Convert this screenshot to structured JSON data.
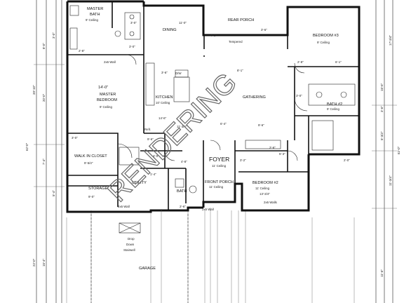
{
  "watermark": "RENDERING",
  "rooms": {
    "master_bath": {
      "name": "MASTER",
      "name2": "BATH",
      "ceiling": "9' Ceiling"
    },
    "dining": {
      "name": "DINING"
    },
    "rear_porch": {
      "name": "REAR PORCH",
      "note": "Tempered"
    },
    "bedroom3": {
      "name": "BEDROOM #3",
      "ceiling": "9' Ceiling"
    },
    "master_bedroom": {
      "size": "14'-0\"",
      "name": "MASTER",
      "name2": "BEDROOM",
      "ceiling": "9' Ceiling"
    },
    "kitchen": {
      "name": "KITCHEN",
      "ceiling": "10' Ceiling",
      "island": "D/W"
    },
    "gathering": {
      "name": "GATHERING"
    },
    "bath2": {
      "name": "BATH #2",
      "ceiling": "9' Ceiling"
    },
    "foyer": {
      "name": "FOYER",
      "ceiling": "11' Ceiling"
    },
    "walk_in_closet": {
      "name": "WALK IN CLOSET",
      "size": "9'-5/4\""
    },
    "utility": {
      "name": "UTILITY"
    },
    "bath": {
      "name": "BATH"
    },
    "front_porch": {
      "name": "FRONT PORCH",
      "ceiling": "11' Ceiling"
    },
    "bedroom2": {
      "name": "BEDROOM #2",
      "ceiling": "11' Ceiling",
      "size": "13'-3/4\""
    },
    "storage": {
      "name": "STORAGE"
    },
    "garage": {
      "name": "GARAGE",
      "note1": "Drop",
      "note2": "Down",
      "note3": "Stairwell"
    },
    "ref": {
      "name": "Refr."
    }
  },
  "walls": [
    "2x6 Wall",
    "2x6 Wall",
    "2x6 Walls",
    "2x6 Wall"
  ],
  "dimensions": {
    "left": [
      "62'-0\"",
      "39'-10\"",
      "8'-0\"",
      "7'-4\"",
      "20'-0\"",
      "22'-0\"",
      "15'-4\"",
      "5'-4\"",
      "3'-0\""
    ],
    "right": [
      "62'-0\"",
      "17'-3/4\"",
      "11'-3/4\"",
      "15'-6\"",
      "3'-6\"",
      "5'-3/4\"",
      "11'-6\""
    ],
    "misc": [
      "3'-6\"",
      "11'-0\"",
      "3'-0\"",
      "2'-8\"",
      "6'-1\"",
      "3'-0\"",
      "9'-6\"",
      "5'-3\"",
      "2'-0\"",
      "3'-2\"",
      "4'-8\"",
      "3'-0\"",
      "14'-6\"",
      "8'-1\"",
      "6'-4\"",
      "11'-3/4\"",
      "9'-6\"",
      "4'-0\"",
      "2'-6\"",
      "9'-0\"",
      "3'-0\"",
      "4'-6\"",
      "2'-8\"",
      "3'-6\"",
      "1'-4\"",
      "2'-6\""
    ]
  }
}
